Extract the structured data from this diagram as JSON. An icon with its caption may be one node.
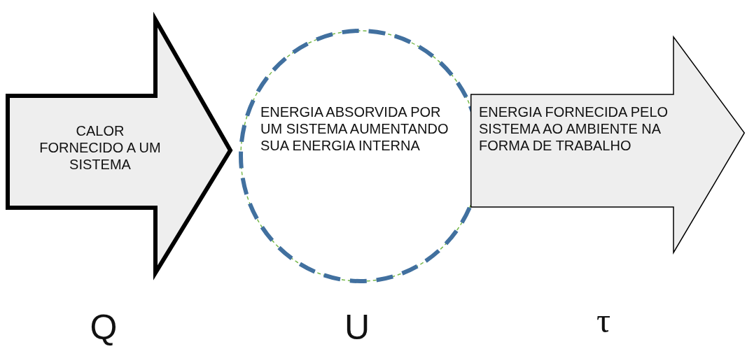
{
  "diagram": {
    "nodes": [
      {
        "text": [
          "CALOR FORNECIDO A UM SISTEMA"
        ],
        "beside": [
          "Q"
        ]
      },
      {
        "text": [
          "ENERGIA ABSORVIDA POR UM SISTEMA AUMENTANDO SUA ENERGIA INTERNA"
        ],
        "beside": [
          "U"
        ]
      },
      {
        "text": [
          "ENERGIA FORNECIDA PELO SISTEMA AO AMBIENTE NA FORMA DE TRABALHO"
        ],
        "beside": [
          "τ"
        ]
      }
    ]
  }
}
